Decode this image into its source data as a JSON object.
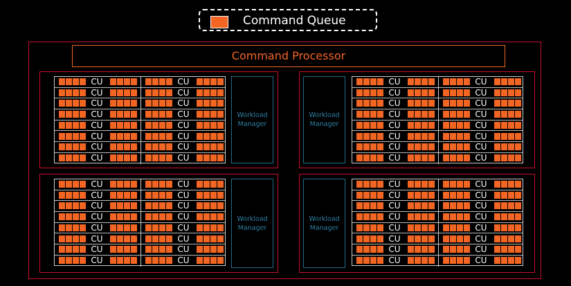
{
  "legend": {
    "label": "Command Queue",
    "swatch_color": "#f26522"
  },
  "command_processor": {
    "label": "Command Processor"
  },
  "cu_label": "CU",
  "workload_manager": {
    "line1": "Workload",
    "line2": "Manager"
  },
  "colors": {
    "accent": "#f26522",
    "frame": "#c8102e",
    "manager": "#1f6f8b"
  }
}
